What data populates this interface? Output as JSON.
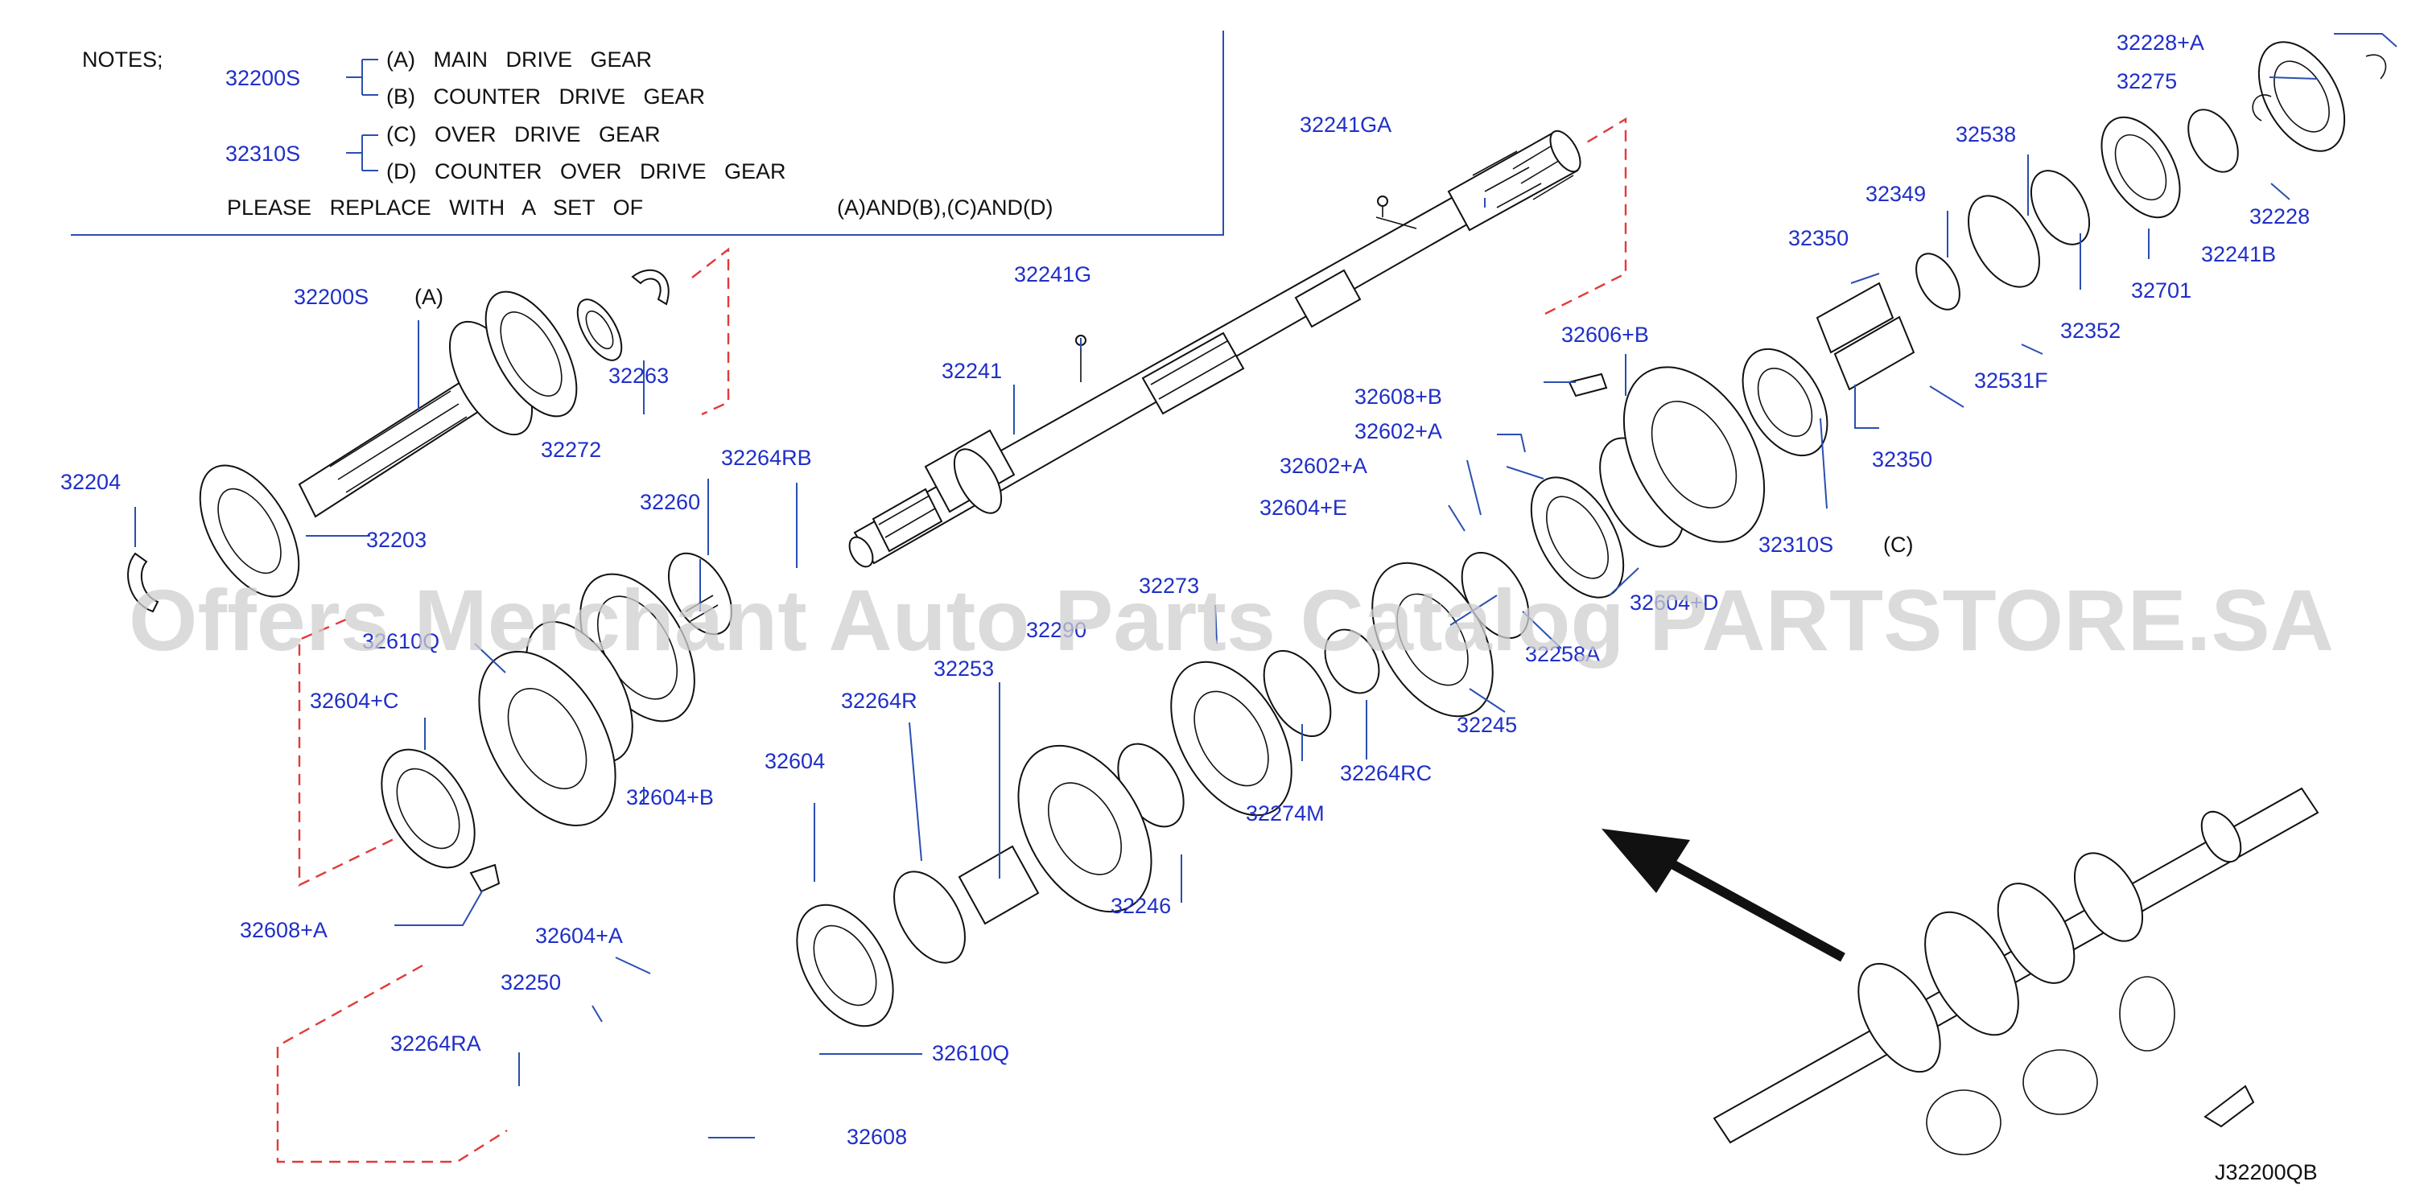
{
  "notes": {
    "heading": "NOTES;",
    "groups": [
      {
        "code": "32200S",
        "lines": [
          "(A)   MAIN   DRIVE   GEAR",
          "(B)   COUNTER   DRIVE   GEAR"
        ]
      },
      {
        "code": "32310S",
        "lines": [
          "(C)   OVER   DRIVE   GEAR",
          "(D)   COUNTER   OVER   DRIVE   GEAR"
        ]
      }
    ],
    "replace_text": "PLEASE   REPLACE   WITH   A   SET   OF",
    "replace_sets": "(A)AND(B),(C)AND(D)"
  },
  "markers": {
    "a": "(A)",
    "c": "(C)"
  },
  "callouts": [
    "32228+A",
    "32275",
    "32538",
    "32228",
    "32241GA",
    "32349",
    "32241B",
    "32350",
    "32701",
    "32352",
    "32241G",
    "32606+B",
    "32531F",
    "32200S",
    "32263",
    "32350",
    "32608+B",
    "32241",
    "32602+A",
    "32272",
    "32264RB",
    "32602+A",
    "32204",
    "32260",
    "32604+E",
    "32310S",
    "32203",
    "32273",
    "32604+D",
    "32610Q",
    "32290",
    "32258A",
    "32604+C",
    "32253",
    "32245",
    "32264R",
    "32264RC",
    "32604",
    "32274M",
    "32604+B",
    "32246",
    "32608+A",
    "32604+A",
    "32250",
    "32610Q",
    "32264RA",
    "32608"
  ],
  "diagram_code": "J32200QB",
  "watermark": "Offers Merchant Auto Parts Catalog PARTSTORE.SA",
  "colors": {
    "callout": "#1f2fc8",
    "leader": "#2a4fb0",
    "phantom": "#e23a3a",
    "line": "#111111"
  }
}
